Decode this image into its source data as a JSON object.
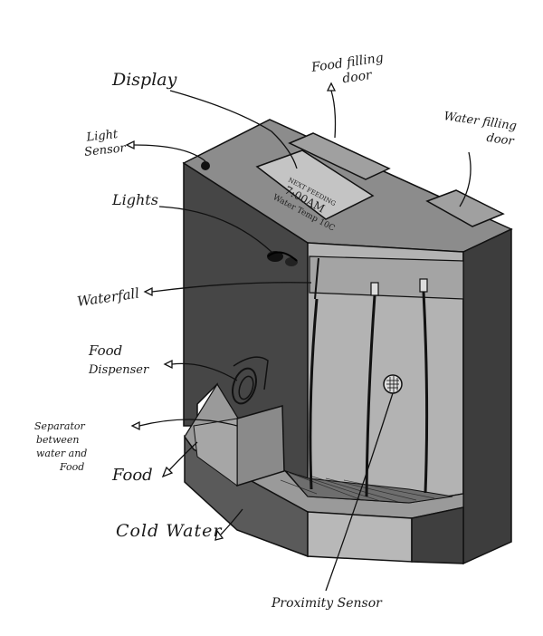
{
  "labels": {
    "display": "Display",
    "food_filling_door": [
      "Food filling",
      "door"
    ],
    "water_filling_door": [
      "Water filling",
      "door"
    ],
    "light_sensor": [
      "Light",
      "Sensor"
    ],
    "lights": "Lights",
    "waterfall": "Waterfall",
    "food_dispenser": [
      "Food",
      "Dispenser"
    ],
    "separator": [
      "Separator",
      "between",
      "water and",
      "Food"
    ],
    "food": "Food",
    "cold_water": "Cold Water",
    "proximity_sensor": "Proximity Sensor"
  },
  "display_screen": {
    "line1": "NEXT FEEDING",
    "line2": "7:00AM",
    "line3": "Water Temp 10C"
  },
  "colors": {
    "dark_face": "#4a4a4a",
    "mid_face": "#8f8f8f",
    "light_face": "#bdbdbd",
    "outline": "#111111"
  }
}
